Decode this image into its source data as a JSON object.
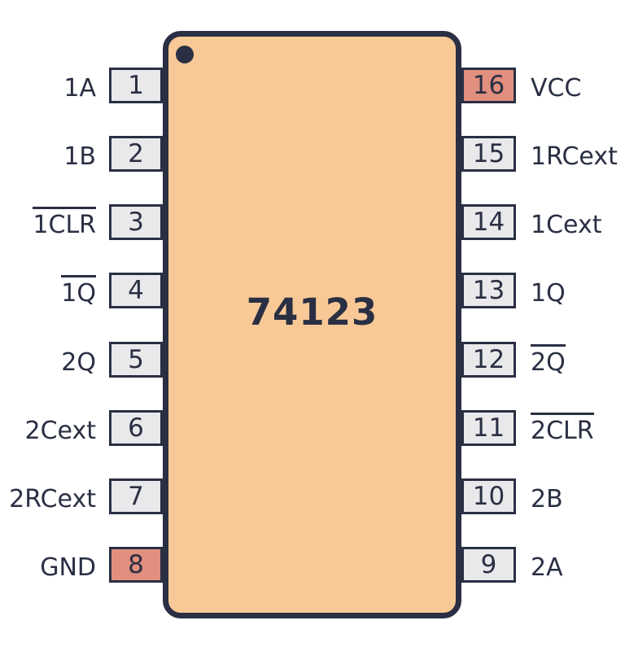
{
  "chip": {
    "name": "74123",
    "pin1_indicator": "dot-icon"
  },
  "pins": {
    "left": [
      {
        "number": "1",
        "label": "1A",
        "overline": false,
        "power": false
      },
      {
        "number": "2",
        "label": "1B",
        "overline": false,
        "power": false
      },
      {
        "number": "3",
        "label": "1CLR",
        "overline": true,
        "power": false
      },
      {
        "number": "4",
        "label": "1Q",
        "overline": true,
        "power": false
      },
      {
        "number": "5",
        "label": "2Q",
        "overline": false,
        "power": false
      },
      {
        "number": "6",
        "label": "2Cext",
        "overline": false,
        "power": false
      },
      {
        "number": "7",
        "label": "2RCext",
        "overline": false,
        "power": false
      },
      {
        "number": "8",
        "label": "GND",
        "overline": false,
        "power": true
      }
    ],
    "right": [
      {
        "number": "16",
        "label": "VCC",
        "overline": false,
        "power": true
      },
      {
        "number": "15",
        "label": "1RCext",
        "overline": false,
        "power": false
      },
      {
        "number": "14",
        "label": "1Cext",
        "overline": false,
        "power": false
      },
      {
        "number": "13",
        "label": "1Q",
        "overline": false,
        "power": false
      },
      {
        "number": "12",
        "label": "2Q",
        "overline": true,
        "power": false
      },
      {
        "number": "11",
        "label": "2CLR",
        "overline": true,
        "power": false
      },
      {
        "number": "10",
        "label": "2B",
        "overline": false,
        "power": false
      },
      {
        "number": "9",
        "label": "2A",
        "overline": false,
        "power": false
      }
    ]
  },
  "colors": {
    "ink": "#2A2F43",
    "body": "#F8C896",
    "pin_fill": "#E9E9EB",
    "power_pin_fill": "#E18F7E",
    "background": "#FFFFFF"
  }
}
